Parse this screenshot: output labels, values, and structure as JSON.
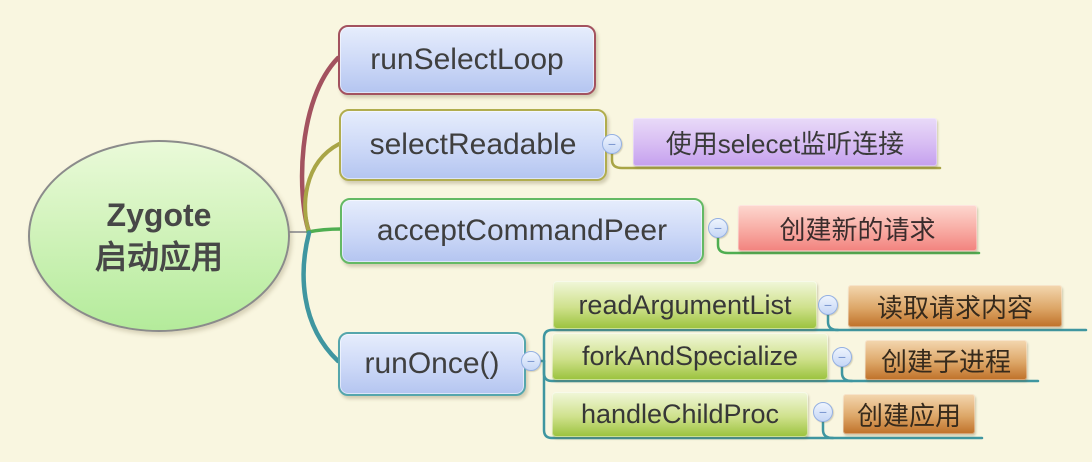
{
  "ui": {
    "collapse_glyph": "−"
  },
  "colors": {
    "background": "#f9f6e0",
    "branch_runselectloop": "#a3525f",
    "branch_selectreadable": "#a9a546",
    "branch_acceptcommandpeer": "#4fae51",
    "branch_runonce": "#3f96a0",
    "callout_purple": "#c5a0ee",
    "callout_red": "#f2827e",
    "callout_orange": "#bf7028",
    "child_green": "#9ac23c",
    "topic_blue": "#b4c5f0",
    "root_green": "#b4eb9b"
  },
  "root_topic": {
    "line1": "Zygote",
    "line2": "启动应用"
  },
  "branches": [
    {
      "label": "runSelectLoop"
    },
    {
      "label": "selectReadable",
      "callout": "使用selecet监听连接"
    },
    {
      "label": "acceptCommandPeer",
      "callout": "创建新的请求"
    },
    {
      "label": "runOnce()",
      "children": [
        {
          "label": "readArgumentList",
          "callout": "读取请求内容"
        },
        {
          "label": "forkAndSpecialize",
          "callout": "创建子进程"
        },
        {
          "label": "handleChildProc",
          "callout": "创建应用"
        }
      ]
    }
  ]
}
